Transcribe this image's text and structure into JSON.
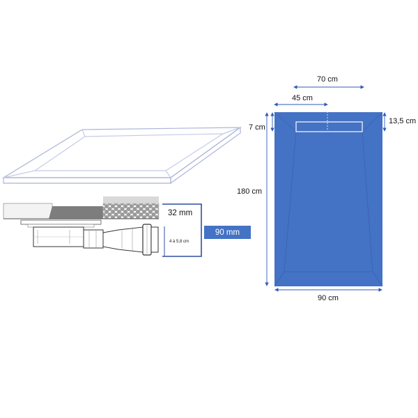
{
  "colors": {
    "tray_fill": "#4472C4",
    "tray_line": "#3b62b0",
    "outline": "#aab4d8",
    "arrow": "#2f5bb7",
    "bracket": "#2f4f9f",
    "grey_dark": "#7d7d7d",
    "grey_light": "#d9d9d9",
    "text": "#111111"
  },
  "labels": {
    "thickness": "32 mm",
    "height_range": "4 à 5,8 cm",
    "badge": "90 mm",
    "drain_length": "70 cm",
    "drain_offset": "45 cm",
    "drain_top": "7 cm",
    "drain_width": "13,5 cm",
    "length": "180 cm",
    "width": "90 cm"
  },
  "icons": {
    "tray_perspective": "shower-tray-outline-icon",
    "drain_section": "drain-siphon-icon"
  }
}
